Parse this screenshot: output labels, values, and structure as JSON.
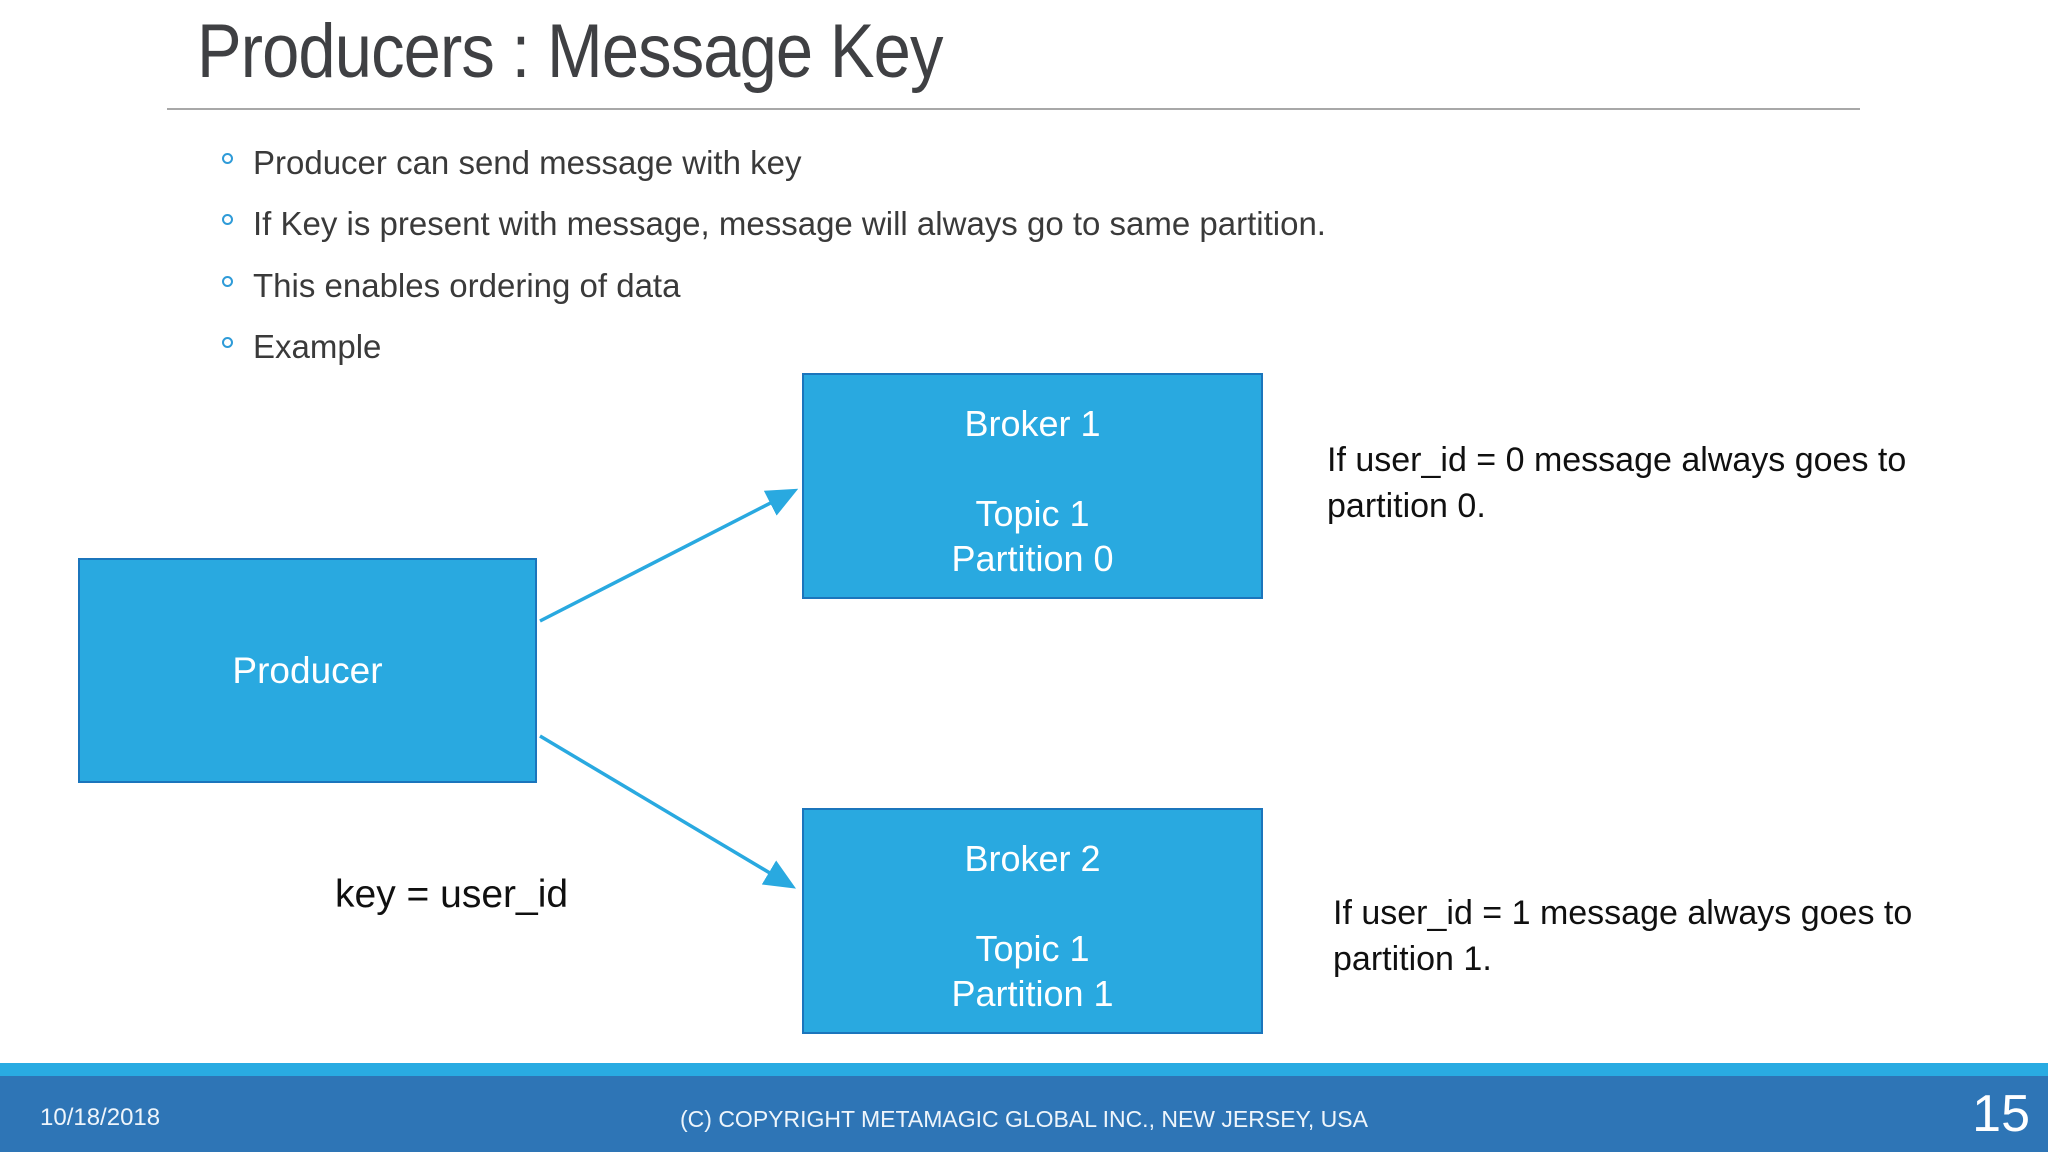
{
  "slide": {
    "title": "Producers : Message Key",
    "bullets": [
      "Producer can send message with key",
      "If Key is present with message, message will always go to same partition.",
      "This enables ordering of data",
      "Example"
    ],
    "diagram": {
      "producer": {
        "label": "Producer"
      },
      "key_label": "key = user_id",
      "brokers": [
        {
          "name": "Broker 1",
          "topic": "Topic 1",
          "partition": "Partition 0",
          "note": "If user_id = 0 message always goes to partition 0."
        },
        {
          "name": "Broker 2",
          "topic": "Topic 1",
          "partition": "Partition 1",
          "note": "If user_id = 1 message always goes to partition 1."
        }
      ]
    },
    "footer": {
      "date": "10/18/2018",
      "copyright": "(C) COPYRIGHT METAMAGIC GLOBAL INC., NEW JERSEY, USA",
      "page_number": "15"
    },
    "colors": {
      "shape_fill": "#29a9e0",
      "shape_border": "#1b75bc",
      "arrow": "#29a9e0",
      "bullet_marker": "#2e9bd8",
      "footer_bar": "#2e75b6",
      "footer_strip": "#29abe2",
      "title_text": "#3f4043",
      "body_text": "#3a3a3a"
    }
  }
}
